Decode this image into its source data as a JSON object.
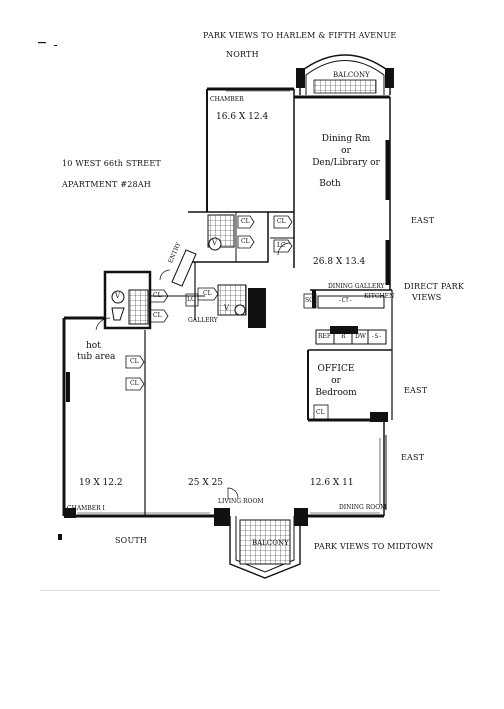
{
  "header": {
    "views_north": "PARK VIEWS TO HARLEM & FIFTH AVENUE",
    "north": "NORTH"
  },
  "address": {
    "line1": "10 WEST 66th STREET",
    "line2": "APARTMENT #28AH"
  },
  "rooms": {
    "balcony_north": "BALCONY",
    "chamber_top_label": "CHAMBER",
    "chamber_top_dims": "16.6 X 12.4",
    "dining_line1": "Dining Rm",
    "dining_line2": "or",
    "dining_line3": "Den/Library  or",
    "dining_line4": "Both",
    "dining_dims": "26.8 X 13.4",
    "dining_gallery": "DINING GALLERY",
    "kitchen": "KITCHEN",
    "office_line1": "OFFICE",
    "office_line2": "or",
    "office_line3": "Bedroom",
    "gallery": "GALLERY",
    "hot_tub_line1": "hot",
    "hot_tub_line2": "tub area",
    "chamber_left_label": "CHAMBER I",
    "chamber_left_dims": "19 X 12.2",
    "living_room_label": "LIVING ROOM",
    "living_room_dims": "25 X 25",
    "dining_room_label": "DINING ROOM",
    "dining_room_dims": "12.6 X 11",
    "balcony_south": "BALCONY"
  },
  "fixtures": {
    "closet": "CL",
    "linen_closet": "LC",
    "service_closet": "SC",
    "ct": "-CT-",
    "refrigerator": "REF",
    "range": "R",
    "dishwasher": "DW",
    "sink": "-S-",
    "toilet": "V",
    "entry": "ENTRY"
  },
  "compass": {
    "east1": "EAST",
    "east2": "EAST",
    "east3": "EAST",
    "south": "SOUTH"
  },
  "views": {
    "direct_park_1": "DIRECT PARK",
    "direct_park_2": "VIEWS",
    "south_views": "PARK VIEWS TO MIDTOWN"
  }
}
